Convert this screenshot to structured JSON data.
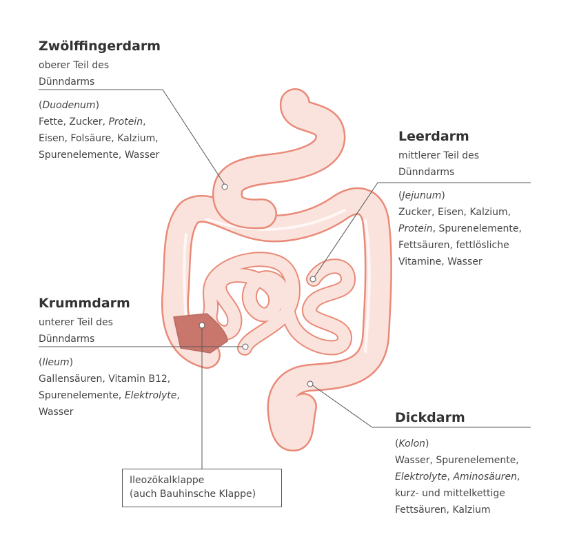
{
  "sections": {
    "duodenum": {
      "title": "Zwölffingerdarm",
      "sub": [
        "oberer Teil des",
        "Dünndarms"
      ],
      "latin": "Duodenum",
      "nutrients": [
        [
          {
            "t": "Fette, Zucker, "
          },
          {
            "t": "Protein",
            "i": true
          },
          {
            "t": ","
          }
        ],
        [
          {
            "t": "Eisen, Folsäure, Kalzium,"
          }
        ],
        [
          {
            "t": "Spurenelemente, Wasser"
          }
        ]
      ]
    },
    "jejunum": {
      "title": "Leerdarm",
      "sub": [
        "mittlerer Teil des",
        "Dünndarms"
      ],
      "latin": "Jejunum",
      "nutrients": [
        [
          {
            "t": "Zucker, Eisen, Kalzium,"
          }
        ],
        [
          {
            "t": "Protein",
            "i": true
          },
          {
            "t": ", Spurenelemente,"
          }
        ],
        [
          {
            "t": "Fettsäuren, fettlösliche"
          }
        ],
        [
          {
            "t": "Vitamine, Wasser"
          }
        ]
      ]
    },
    "ileum": {
      "title": "Krummdarm",
      "sub": [
        "unterer Teil des",
        "Dünndarms"
      ],
      "latin": "Ileum",
      "nutrients": [
        [
          {
            "t": "Gallensäuren, Vitamin B12,"
          }
        ],
        [
          {
            "t": "Spurenelemente, "
          },
          {
            "t": "Elektrolyte",
            "i": true
          },
          {
            "t": ","
          }
        ],
        [
          {
            "t": "Wasser"
          }
        ]
      ]
    },
    "colon": {
      "title": "Dickdarm",
      "latin": "Kolon",
      "nutrients": [
        [
          {
            "t": "Wasser, Spurenelemente,"
          }
        ],
        [
          {
            "t": "Elektrolyte",
            "i": true
          },
          {
            "t": ", "
          },
          {
            "t": "Aminosäuren",
            "i": true
          },
          {
            "t": ","
          }
        ],
        [
          {
            "t": "kurz- und mittelkettige"
          }
        ],
        [
          {
            "t": "Fettsäuren, Kalzium"
          }
        ]
      ]
    }
  },
  "valve_box": {
    "line1": "Ileozökalklappe",
    "line2": "(auch Bauhinsche Klappe)"
  },
  "colors": {
    "organ_fill": "#fbe3dd",
    "organ_stroke": "#e98a78",
    "valve_fill": "#c9776d",
    "leader": "#555555"
  }
}
